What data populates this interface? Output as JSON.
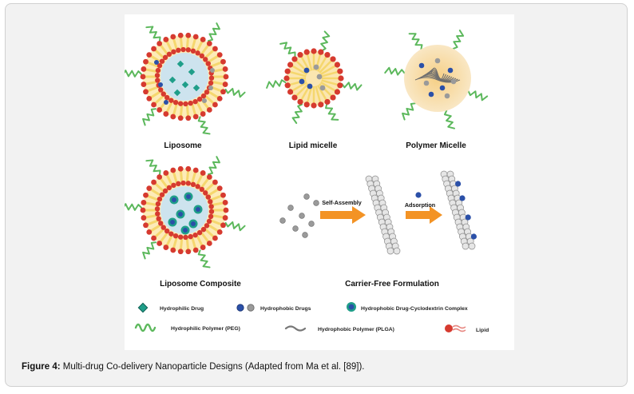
{
  "figure": {
    "panels": {
      "liposome": "Liposome",
      "lipid_micelle": "Lipid micelle",
      "polymer_micelle": "Polymer Micelle",
      "liposome_composite": "Liposome Composite",
      "carrier_free": "Carrier-Free Formulation",
      "self_assembly": "Self-Assembly",
      "adsorption": "Adsorption"
    },
    "legend": {
      "hydrophilic_drug": "Hydrophilic Drug",
      "hydrophobic_drugs": "Hydrophobic Drugs",
      "cyclodextrin_complex": "Hydrophobic Drug-Cyclodextrin Complex",
      "hydrophilic_polymer": "Hydrophilic Polymer (PEG)",
      "hydrophobic_polymer": "Hydrophobic Polymer (PLGA)",
      "lipid": "Lipid"
    },
    "colors": {
      "lipid_head": "#d63a2f",
      "lipid_tail": "#f5d76e",
      "core": "#cde3ee",
      "peg": "#5cb85c",
      "hydrophilic_drug": "#1f9e89",
      "hydrophobic_blue": "#2b50a8",
      "hydrophobic_gray": "#9a9a9a",
      "arrow": "#f39325",
      "micelle_glow": "#f7d9a0"
    }
  },
  "caption": {
    "label": "Figure 4:",
    "text": " Multi-drug Co-delivery Nanoparticle Designs (Adapted from Ma et al. [89])."
  }
}
